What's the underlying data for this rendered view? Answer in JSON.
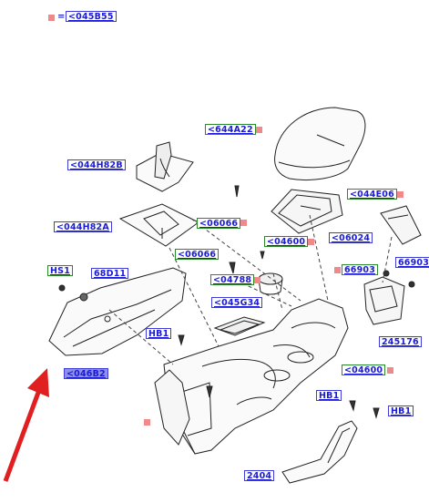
{
  "legend": {
    "label": "<045B55",
    "equals": "="
  },
  "labels": {
    "l644A22": "<644A22",
    "l044H82B": "<044H82B",
    "l044E06": "<044E06",
    "l044H82A": "<044H82A",
    "l06066a": "<06066",
    "l06066b": "<06066",
    "l04600a": "<04600",
    "l06024": "<06024",
    "lHS1": "HS1",
    "l68D11": "68D11",
    "l04788": "<04788",
    "l66903a": "66903",
    "l66903b": "66903",
    "l045G34": "<045G34",
    "lHB1a": "HB1",
    "l245176": "245176",
    "l046B2": "<046B2",
    "l04600b": "<04600",
    "lHB1b": "HB1",
    "lHB1c": "HB1",
    "l2404": "2404"
  },
  "colors": {
    "marker": "#f08a8a",
    "label_blue": "#3c3cd8",
    "label_green": "#2a8a2a",
    "selected_fill": "#8f8fe6",
    "arrow": "#e02020"
  }
}
